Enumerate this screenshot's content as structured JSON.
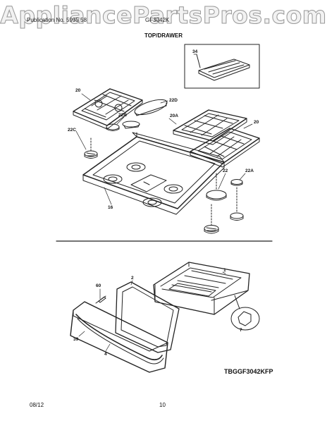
{
  "watermark": "AppliancePartsPros.com",
  "header": {
    "left": "Publication No. 5995 58",
    "right": "GF3042K"
  },
  "section_title": "TOP/DRAWER",
  "part_numbers": {
    "p34": "34",
    "p20": "20",
    "p22D": "22D",
    "p22B": "22B",
    "p20A": "20A",
    "p20b": "20",
    "p22C": "22C",
    "p22": "22",
    "p22A": "22A",
    "p16": "16",
    "p1": "1",
    "p2": "2",
    "p60": "60",
    "p39": "39",
    "p4": "4",
    "p7": "7"
  },
  "model_code": "TBGGF3042KFP",
  "footer": {
    "date": "08/12",
    "page": "10"
  },
  "colors": {
    "line": "#222222",
    "watermark_stroke": "#9a9a9a"
  }
}
